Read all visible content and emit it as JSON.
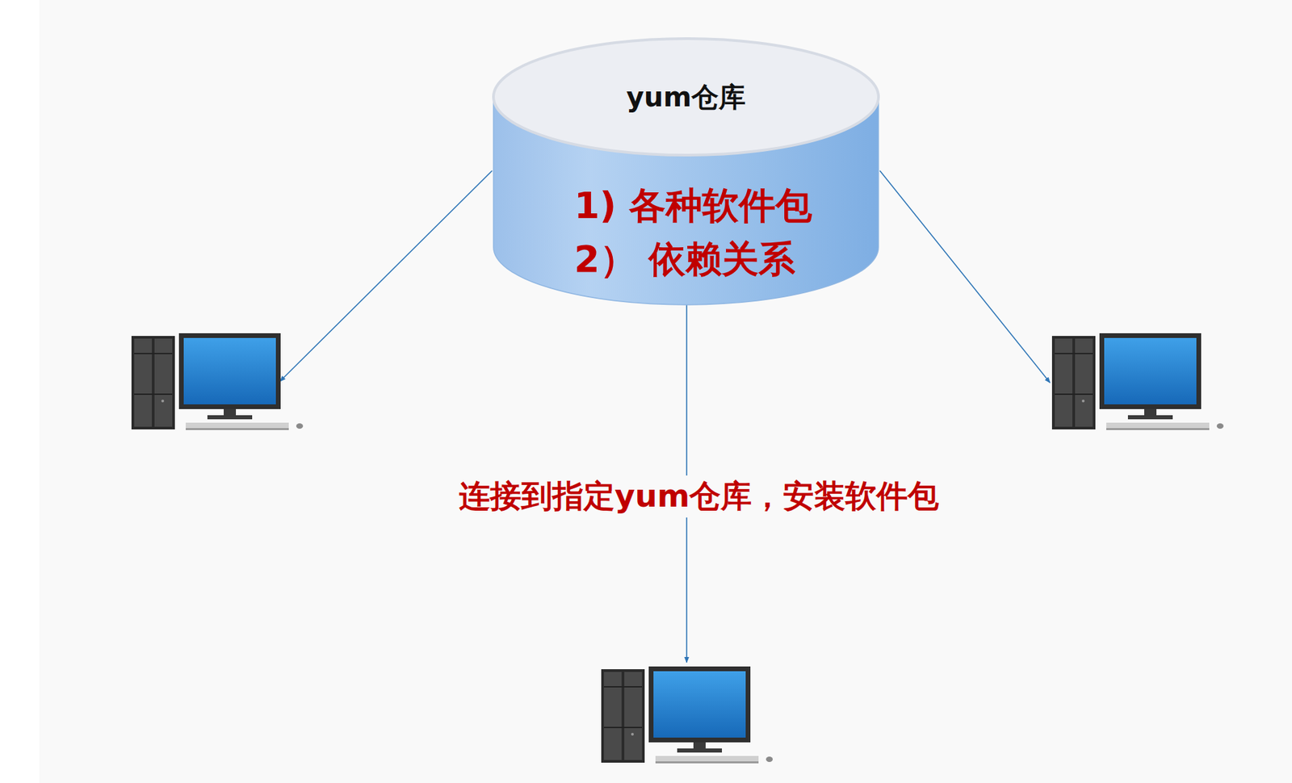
{
  "diagram": {
    "nodes": [
      {
        "text": [
          "yum仓库",
          "1) 各种软件包",
          "2） 依赖关系"
        ]
      }
    ],
    "labels": [
      "连接到指定yum仓库，安装软件包"
    ]
  }
}
